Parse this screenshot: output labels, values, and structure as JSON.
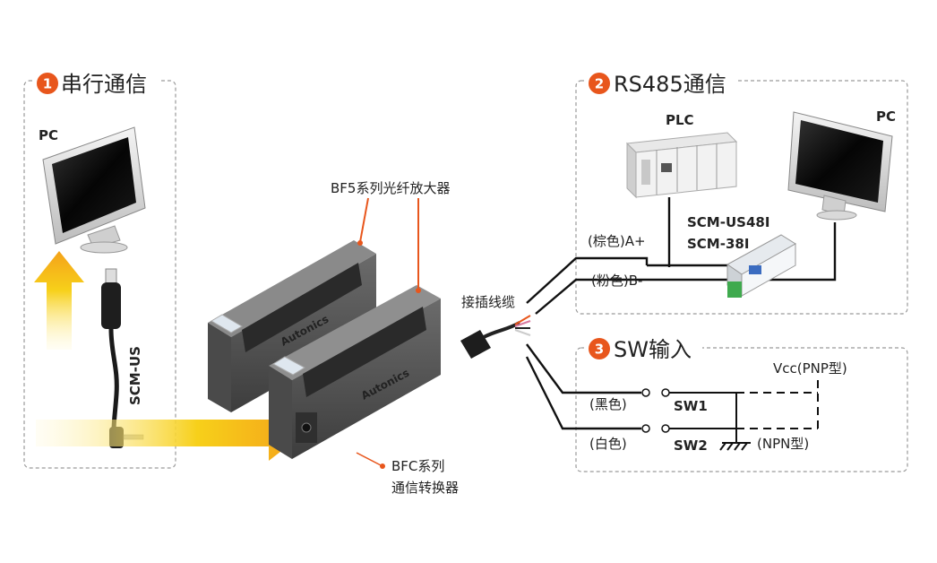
{
  "sections": {
    "serial": {
      "number": "1",
      "title": "串行通信"
    },
    "rs485": {
      "number": "2",
      "title": "RS485通信"
    },
    "sw": {
      "number": "3",
      "title": "SW输入"
    }
  },
  "serial_labels": {
    "pc": "PC",
    "cable": "SCM-US"
  },
  "amplifier_label": "BF5系列光纤放大器",
  "converter_label": {
    "line1": "BFC系列",
    "line2": "通信转换器"
  },
  "connector_label": "接插线缆",
  "brand": "Autonics",
  "rs485_labels": {
    "plc": "PLC",
    "pc": "PC",
    "converter1": "SCM-US48I",
    "converter2": "SCM-38I",
    "wire_a": "(棕色)A+",
    "wire_b": "(粉色)B-"
  },
  "sw_labels": {
    "black": "(黑色)",
    "white": "(白色)",
    "sw1": "SW1",
    "sw2": "SW2",
    "vcc": "Vcc(PNP型)",
    "npn": "(NPN型)"
  },
  "colors": {
    "accent": "#e8561c",
    "box_border": "#999999",
    "arrow_yellow": "#f9d21e"
  }
}
